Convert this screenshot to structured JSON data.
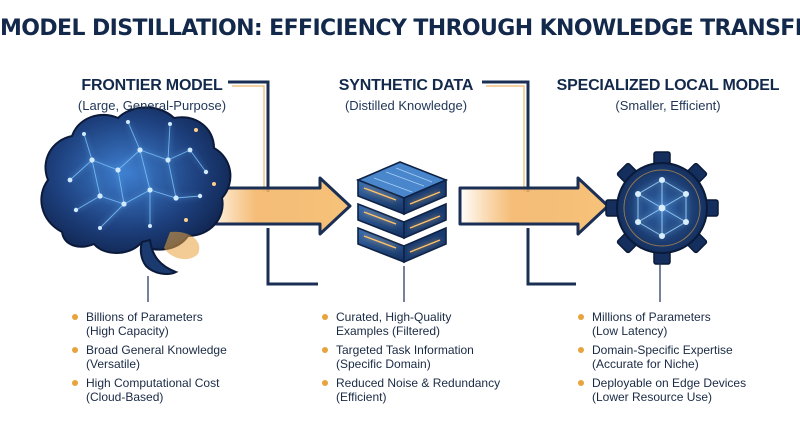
{
  "title": "MODEL DISTILLATION: EFFICIENCY THROUGH KNOWLEDGE TRANSFER",
  "colors": {
    "navy": "#13294b",
    "accent_orange": "#e8a33d",
    "glow_blue": "#5ab4ff"
  },
  "stages": [
    {
      "title": "FRONTIER MODEL",
      "subtitle": "(Large, General-Purpose)",
      "icon": "brain-network-icon",
      "bullets": [
        {
          "main": "Billions of Parameters",
          "detail": "(High Capacity)"
        },
        {
          "main": "Broad General Knowledge",
          "detail": "(Versatile)"
        },
        {
          "main": "High Computational Cost",
          "detail": "(Cloud-Based)"
        }
      ]
    },
    {
      "title": "SYNTHETIC DATA",
      "subtitle": "(Distilled Knowledge)",
      "icon": "server-stack-icon",
      "bullets": [
        {
          "main": "Curated, High-Quality",
          "detail": "Examples (Filtered)"
        },
        {
          "main": "Targeted Task Information",
          "detail": "(Specific Domain)"
        },
        {
          "main": "Reduced Noise & Redundancy",
          "detail": "(Efficient)"
        }
      ]
    },
    {
      "title": "SPECIALIZED LOCAL MODEL",
      "subtitle": "(Smaller, Efficient)",
      "icon": "gear-network-icon",
      "bullets": [
        {
          "main": "Millions of Parameters",
          "detail": "(Low Latency)"
        },
        {
          "main": "Domain-Specific Expertise",
          "detail": "(Accurate for Niche)"
        },
        {
          "main": "Deployable on Edge Devices",
          "detail": "(Lower Resource Use)"
        }
      ]
    }
  ]
}
